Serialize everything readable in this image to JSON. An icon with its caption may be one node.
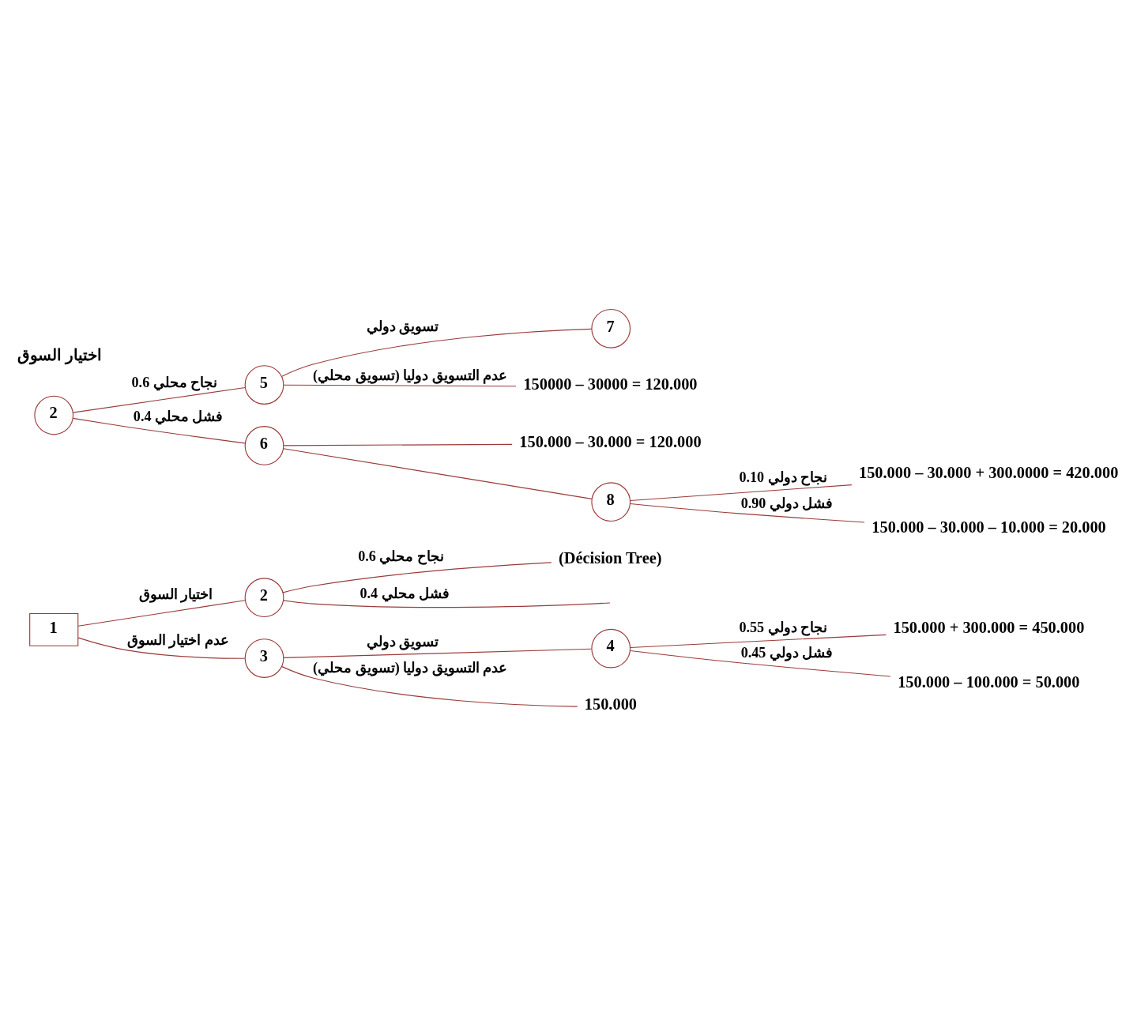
{
  "diagram": {
    "nodes": [
      {
        "text": [
          "1"
        ]
      },
      {
        "text": [
          "2"
        ]
      },
      {
        "text": [
          "3"
        ]
      },
      {
        "text": [
          "(Décision Tree)"
        ]
      },
      {
        "text": [
          "4"
        ]
      },
      {
        "text": [
          "150.000"
        ]
      },
      {
        "text": [
          "150.000 + 300.000 = 450.000"
        ]
      },
      {
        "text": [
          "150.000 – 100.000 = 50.000"
        ]
      },
      {
        "text": [
          "2"
        ],
        "beside": [
          "اختيار السوق"
        ]
      },
      {
        "text": [
          "5"
        ]
      },
      {
        "text": [
          "6"
        ]
      },
      {
        "text": [
          "7"
        ]
      },
      {
        "text": [
          "150000 – 30000 = 120.000"
        ]
      },
      {
        "text": [
          "150.000 – 30.000 = 120.000"
        ]
      },
      {
        "text": [
          "8"
        ]
      },
      {
        "text": [
          "150.000 – 30.000 + 300.0000 = 420.000"
        ]
      },
      {
        "text": [
          "150.000 – 30.000 – 10.000 = 20.000"
        ]
      }
    ],
    "edges": [
      {
        "from": 0,
        "to": 1,
        "arrow": "none",
        "label": "اختيار السوق"
      },
      {
        "from": 0,
        "to": 2,
        "arrow": "none",
        "label": "عدم اختيار السوق"
      },
      {
        "from": 1,
        "to": 3,
        "arrow": "none",
        "label": "نجاح محلي 0.6"
      },
      {
        "from": 1,
        "to": null,
        "arrow": "none",
        "label": "فشل محلي 0.4"
      },
      {
        "from": 2,
        "to": 4,
        "arrow": "none",
        "label": "تسويق دولي"
      },
      {
        "from": 2,
        "to": 5,
        "arrow": "none",
        "label": "عدم التسويق دوليا (تسويق محلي)"
      },
      {
        "from": 4,
        "to": 6,
        "arrow": "none",
        "label": "نجاح دولي 0.55"
      },
      {
        "from": 4,
        "to": 7,
        "arrow": "none",
        "label": "فشل دولي 0.45"
      },
      {
        "from": 8,
        "to": 9,
        "arrow": "none",
        "label": "نجاح محلي 0.6"
      },
      {
        "from": 8,
        "to": 10,
        "arrow": "none",
        "label": "فشل محلي 0.4"
      },
      {
        "from": 9,
        "to": 12,
        "arrow": "none",
        "label": "عدم التسويق دوليا (تسويق محلي)"
      },
      {
        "from": 9,
        "to": 11,
        "arrow": "none",
        "label": "تسويق دولي"
      },
      {
        "from": 10,
        "to": 13,
        "arrow": "none"
      },
      {
        "from": 10,
        "to": 14,
        "arrow": "none"
      },
      {
        "from": 14,
        "to": 15,
        "arrow": "none",
        "label": "نجاح دولي 0.10"
      },
      {
        "from": 14,
        "to": 16,
        "arrow": "none",
        "label": "فشل دولي 0.90"
      }
    ]
  }
}
